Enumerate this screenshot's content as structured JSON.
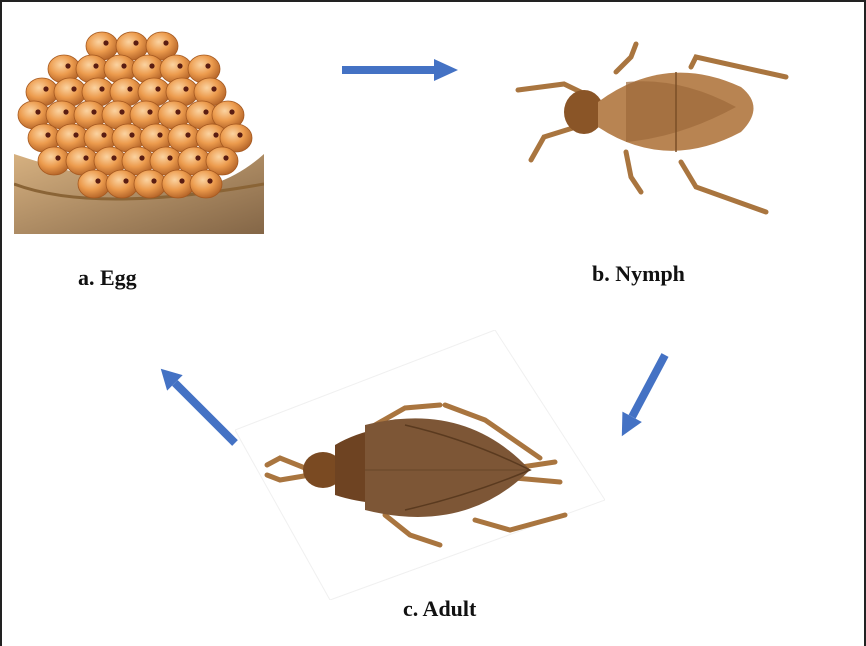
{
  "stages": {
    "egg": {
      "label": "a. Egg"
    },
    "nymph": {
      "label": "b. Nymph"
    },
    "adult": {
      "label": "c. Adult"
    }
  },
  "colors": {
    "arrow": "#4472c4",
    "egg": "#e89a4c",
    "egg_dark": "#b3662a",
    "insect_body": "#a9753f",
    "insect_dark": "#6b4321",
    "adult_wing": "#7d5636"
  },
  "icons": [
    "arrow-right-icon",
    "arrow-down-left-icon",
    "arrow-up-left-icon"
  ]
}
